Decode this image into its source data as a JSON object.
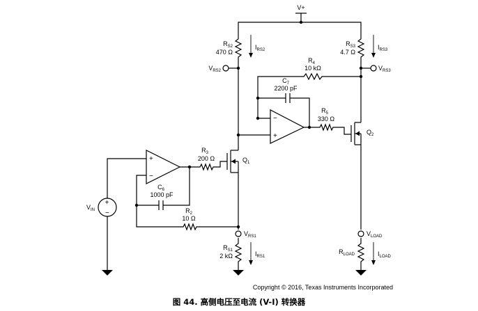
{
  "supply": "V+",
  "resistors": {
    "rs2": {
      "name": "R",
      "sub": "S2",
      "value": "470 Ω"
    },
    "rs3": {
      "name": "R",
      "sub": "S3",
      "value": "4.7 Ω"
    },
    "r4": {
      "name": "R",
      "sub": "4",
      "value": "10 kΩ"
    },
    "r5": {
      "name": "R",
      "sub": "5",
      "value": "330 Ω"
    },
    "r3": {
      "name": "R",
      "sub": "3",
      "value": "200 Ω"
    },
    "r2": {
      "name": "R",
      "sub": "2",
      "value": "10 Ω"
    },
    "rs1": {
      "name": "R",
      "sub": "S1",
      "value": "2 kΩ"
    },
    "rload": {
      "name": "R",
      "sub": "LOAD"
    }
  },
  "capacitors": {
    "c7": {
      "name": "C",
      "sub": "7",
      "value": "2200 pF"
    },
    "c6": {
      "name": "C",
      "sub": "6",
      "value": "1000 pF"
    }
  },
  "currents": {
    "irs2": {
      "name": "I",
      "sub": "RS2"
    },
    "irs3": {
      "name": "I",
      "sub": "RS3"
    },
    "irs1": {
      "name": "I",
      "sub": "RS1"
    },
    "iload": {
      "name": "I",
      "sub": "LOAD"
    }
  },
  "nodes": {
    "vrs2": {
      "name": "V",
      "sub": "RS2"
    },
    "vrs3": {
      "name": "V",
      "sub": "RS3"
    },
    "vrs1": {
      "name": "V",
      "sub": "RS1"
    },
    "vload": {
      "name": "V",
      "sub": "LOAD"
    },
    "vin": {
      "name": "V",
      "sub": "IN"
    }
  },
  "transistors": {
    "q1": {
      "name": "Q",
      "sub": "1"
    },
    "q2": {
      "name": "Q",
      "sub": "2"
    }
  },
  "opamp_signs": {
    "plus": "+",
    "minus": "−"
  },
  "source_signs": {
    "plus": "+",
    "minus": "−"
  },
  "copyright": "Copyright © 2016, Texas Instruments Incorporated",
  "caption": "图 44.  高侧电压至电流 (V-I) 转换器"
}
